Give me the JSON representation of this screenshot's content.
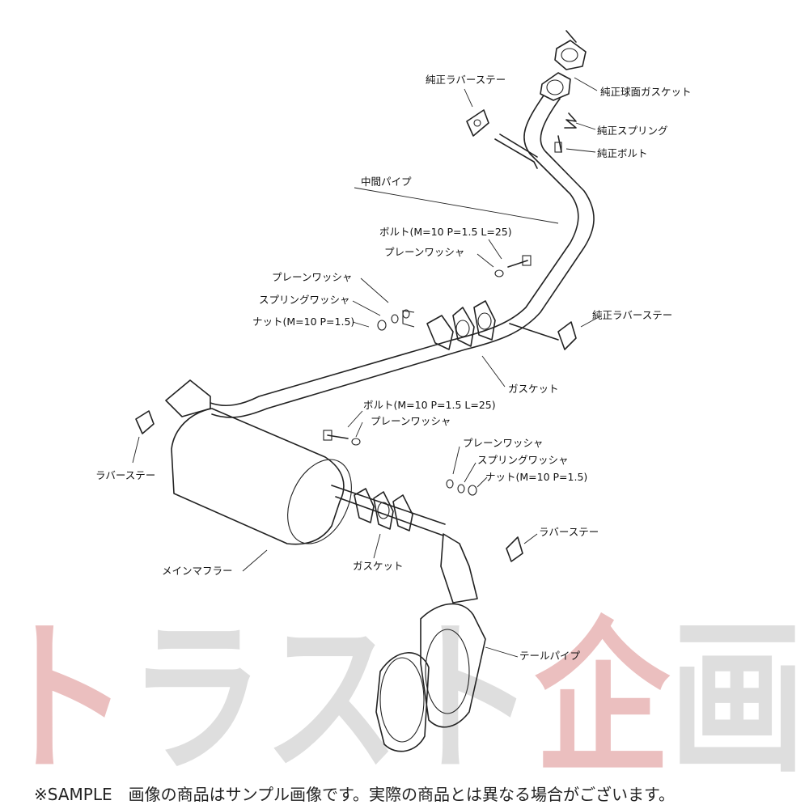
{
  "labels": {
    "rubber_stay_oem_top": "純正ラバーステー",
    "spherical_gasket_oem": "純正球面ガスケット",
    "spring_oem": "純正スプリング",
    "bolt_oem": "純正ボルト",
    "middle_pipe": "中間パイプ",
    "bolt_upper": "ボルト(M=10 P=1.5 L=25)",
    "plain_washer_upper_right": "プレーンワッシャ",
    "plain_washer_upper_left": "プレーンワッシャ",
    "spring_washer_upper": "スプリングワッシャ",
    "nut_upper": "ナット(M=10 P=1.5)",
    "rubber_stay_oem_mid": "純正ラバーステー",
    "gasket_upper": "ガスケット",
    "bolt_lower": "ボルト(M=10 P=1.5 L=25)",
    "plain_washer_lower_left": "プレーンワッシャ",
    "plain_washer_lower_right": "プレーンワッシャ",
    "spring_washer_lower": "スプリングワッシャ",
    "nut_lower": "ナット(M=10 P=1.5)",
    "rubber_stay_left": "ラバーステー",
    "rubber_stay_right": "ラバーステー",
    "gasket_lower": "ガスケット",
    "main_muffler": "メインマフラー",
    "tail_pipe": "テールパイプ"
  },
  "watermark": "トラスト企画",
  "footer": "※SAMPLE　画像の商品はサンプル画像です。実際の商品とは異なる場合がございます。",
  "colors": {
    "watermark_red": "#e8b4b4",
    "watermark_gray": "#d9d9d9",
    "line": "#222222"
  }
}
